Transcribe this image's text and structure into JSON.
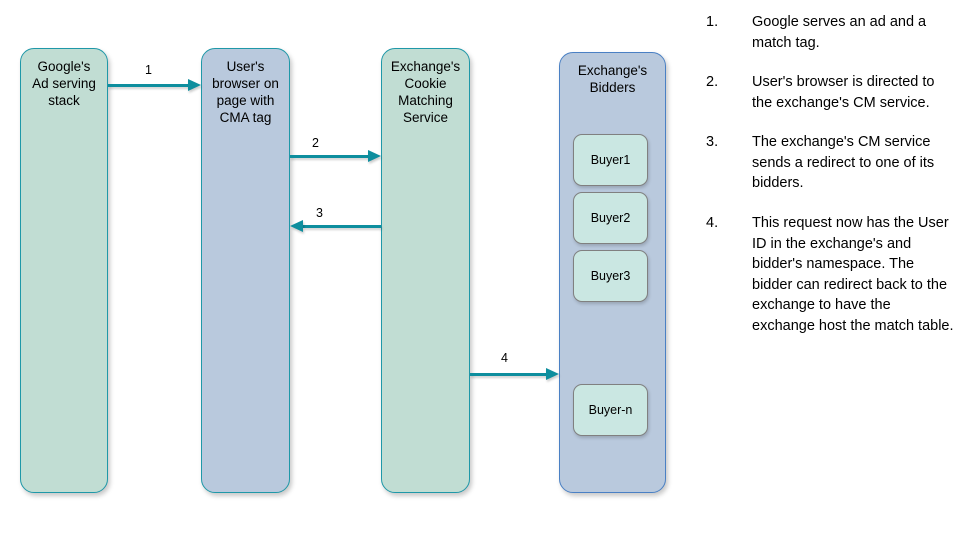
{
  "diagram": {
    "nodes": [
      {
        "id": "google-ad-serving-stack",
        "label": "Google's\nAd serving\nstack",
        "fill": "#c1ddd3",
        "border": "#1f98a8"
      },
      {
        "id": "user-browser",
        "label": "User's\nbrowser on\npage with\nCMA tag",
        "fill": "#b9c9dd",
        "border": "#1f98a8"
      },
      {
        "id": "exchange-cookie-matching-service",
        "label": "Exchange's\nCookie\nMatching\nService",
        "fill": "#c1ddd3",
        "border": "#1f98a8"
      },
      {
        "id": "exchange-bidders",
        "label": "Exchange's\nBidders",
        "fill": "#b9c9dd",
        "border": "#4a80c4"
      }
    ],
    "buyers": [
      {
        "id": "buyer1",
        "label": "Buyer1"
      },
      {
        "id": "buyer2",
        "label": "Buyer2"
      },
      {
        "id": "buyer3",
        "label": "Buyer3"
      },
      {
        "id": "buyer-n",
        "label": "Buyer-n"
      }
    ],
    "connectors": [
      {
        "id": "conn-1",
        "label": "1",
        "from": "google-ad-serving-stack",
        "to": "user-browser",
        "direction": "right"
      },
      {
        "id": "conn-2",
        "label": "2",
        "from": "user-browser",
        "to": "exchange-cookie-matching-service",
        "direction": "right"
      },
      {
        "id": "conn-3",
        "label": "3",
        "from": "exchange-cookie-matching-service",
        "to": "user-browser",
        "direction": "left"
      },
      {
        "id": "conn-4",
        "label": "4",
        "from": "exchange-cookie-matching-service",
        "to": "exchange-bidders",
        "direction": "right"
      }
    ],
    "arrow_color": "#0e8e9e"
  },
  "steps": [
    {
      "num": "1.",
      "text": "Google serves an ad and a match tag."
    },
    {
      "num": "2.",
      "text": "User's browser is directed to the exchange's CM service."
    },
    {
      "num": "3.",
      "text": "The exchange's CM service sends a redirect to one of its bidders."
    },
    {
      "num": "4.",
      "text": "This request now has the User ID in the exchange's and bidder's namespace. The bidder can redirect back to the exchange to have the exchange host the match table."
    }
  ]
}
